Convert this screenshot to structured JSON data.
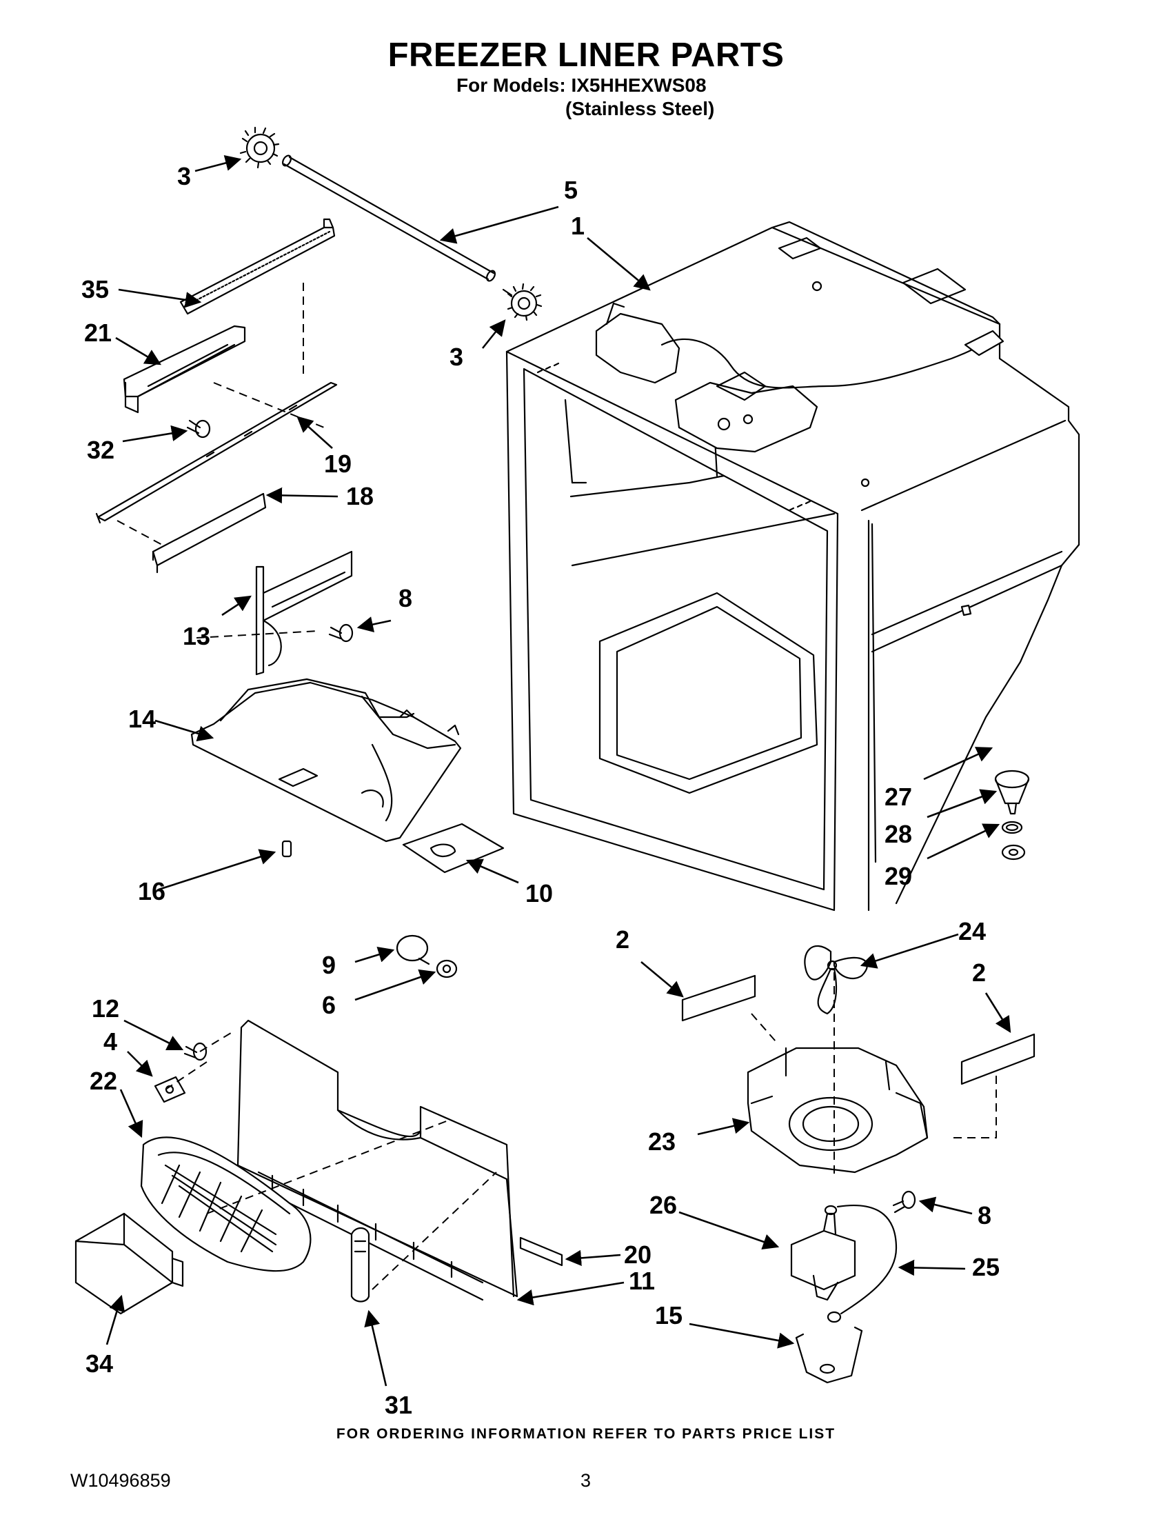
{
  "header": {
    "title": "FREEZER LINER PARTS",
    "models_line": "For Models: IX5HHEXWS08",
    "finish_line": "(Stainless Steel)"
  },
  "callouts": [
    "3",
    "5",
    "1",
    "35",
    "21",
    "3",
    "32",
    "19",
    "18",
    "13",
    "8",
    "14",
    "27",
    "28",
    "29",
    "16",
    "10",
    "2",
    "24",
    "2",
    "9",
    "6",
    "12",
    "4",
    "22",
    "23",
    "8",
    "26",
    "20",
    "25",
    "11",
    "15",
    "34",
    "31"
  ],
  "footer": {
    "ordering": "FOR ORDERING INFORMATION REFER TO PARTS PRICE LIST",
    "doc_number": "W10496859",
    "page": "3"
  }
}
